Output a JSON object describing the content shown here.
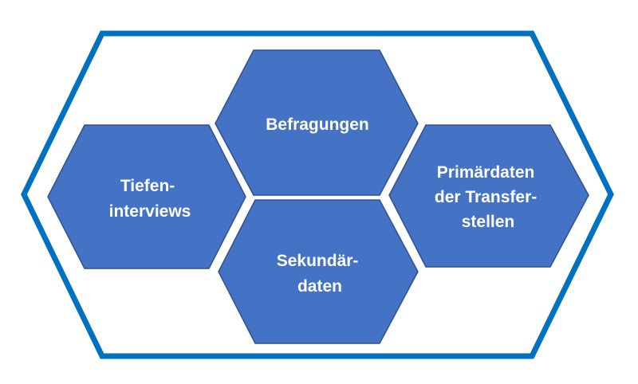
{
  "colors": {
    "outline": "#0070c0",
    "hex_fill": "#4472c4",
    "hex_stroke": "#2f528f",
    "text": "#ffffff",
    "background": "#ffffff"
  },
  "hexagons": [
    {
      "id": "befragungen",
      "lines": [
        "Befragungen"
      ]
    },
    {
      "id": "tiefeninterviews",
      "lines": [
        "Tiefen-",
        "interviews"
      ]
    },
    {
      "id": "sekundaerdaten",
      "lines": [
        "Sekundär-",
        "daten"
      ]
    },
    {
      "id": "primaerdaten",
      "lines": [
        "Primärdaten",
        "der Transfer-",
        "stellen"
      ]
    }
  ]
}
